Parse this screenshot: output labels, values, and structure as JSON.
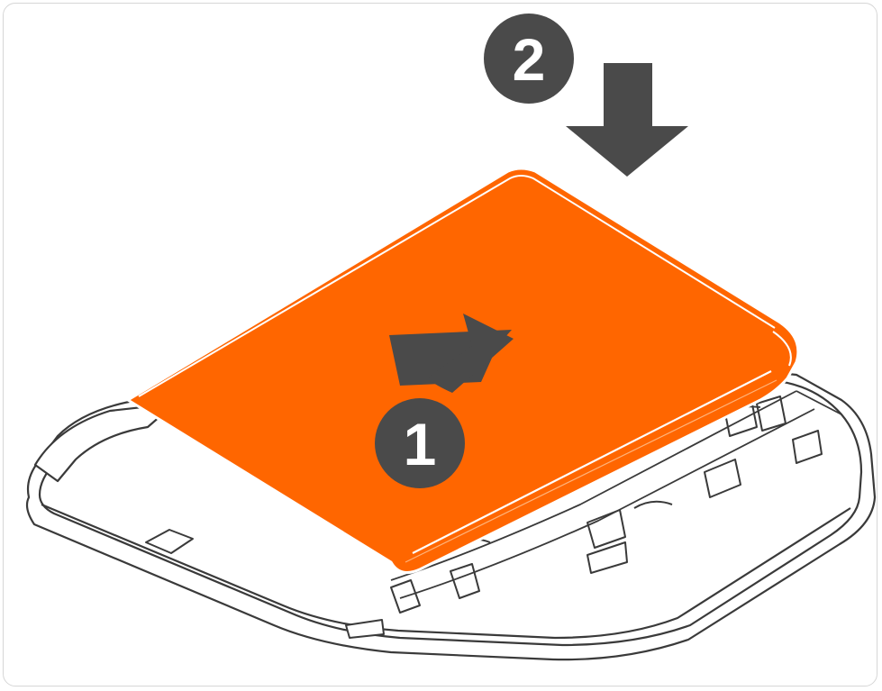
{
  "steps": [
    {
      "number": "1",
      "direction": "slide-left"
    },
    {
      "number": "2",
      "direction": "press-down"
    }
  ],
  "colors": {
    "battery": "#ff6600",
    "battery_edge": "#ffffff",
    "step_badge": "#4a4a4a",
    "arrow": "#4a4a4a",
    "device_outline": "#3a3a3a",
    "device_fill": "#ffffff",
    "frame_border": "#d6d6d6"
  },
  "icons": {
    "step1_arrow": "arrow-left-icon",
    "step2_arrow": "arrow-down-icon"
  }
}
